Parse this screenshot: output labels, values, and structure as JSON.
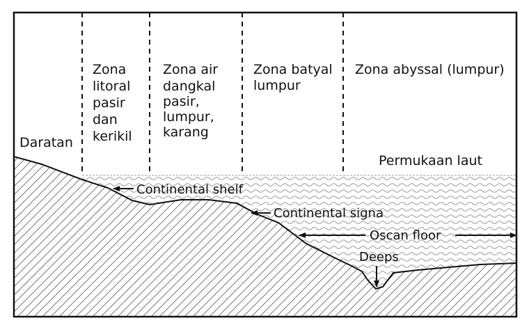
{
  "zones": [
    {
      "id": "daratan",
      "lines": [
        "Daratan"
      ]
    },
    {
      "id": "litoral",
      "lines": [
        "Zona",
        "litoral",
        "pasir",
        "dan",
        "kerikil"
      ]
    },
    {
      "id": "dangkal",
      "lines": [
        "Zona air",
        "dangkal",
        "pasir,",
        "lumpur,",
        "karang"
      ]
    },
    {
      "id": "batyal",
      "lines": [
        "Zona batyal",
        "lumpur"
      ]
    },
    {
      "id": "abyssal",
      "lines": [
        "Zona abyssal (lumpur)"
      ]
    }
  ],
  "sea_surface_label": "Permukaan laut",
  "callouts": {
    "continental_shelf": "Continental shelf",
    "continental_slope": "Continental signa",
    "ocean_floor": "Oscan floor",
    "deeps": "Deeps"
  },
  "colors": {
    "frame": "#111111",
    "hatch": "#7a7a7a",
    "water": "#9a9a9a",
    "outline": "#111111"
  }
}
